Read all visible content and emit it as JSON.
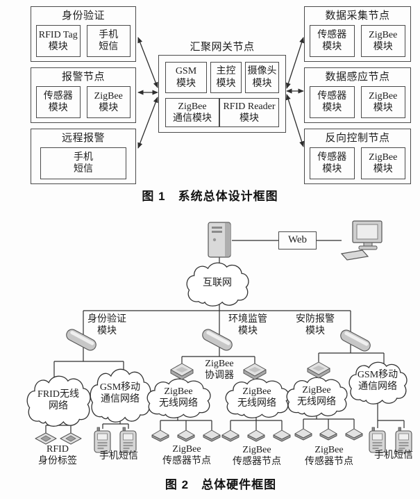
{
  "figure1": {
    "caption": "图 1　系统总体设计框图",
    "gateway": {
      "title": "汇聚网关节点",
      "modules": [
        "GSM\n模块",
        "主控\n模块",
        "摄像头\n模块",
        "ZigBee\n通信模块",
        "RFID Reader\n模块"
      ]
    },
    "left_nodes": [
      {
        "title": "身份验证",
        "modules": [
          "RFID Tag\n模块",
          "手机\n短信"
        ]
      },
      {
        "title": "报警节点",
        "modules": [
          "传感器\n模块",
          "ZigBee\n模块"
        ]
      },
      {
        "title": "远程报警",
        "modules": [
          "手机\n短信"
        ]
      }
    ],
    "right_nodes": [
      {
        "title": "数据采集节点",
        "modules": [
          "传感器\n模块",
          "ZigBee\n模块"
        ]
      },
      {
        "title": "数据感应节点",
        "modules": [
          "传感器\n模块",
          "ZigBee\n模块"
        ]
      },
      {
        "title": "反向控制节点",
        "modules": [
          "传感器\n模块",
          "ZigBee\n模块"
        ]
      }
    ]
  },
  "figure2": {
    "caption": "图 2　总体硬件框图",
    "web_box": "Web",
    "internet_cloud": "互联网",
    "branch_labels": [
      "身份验证\n模块",
      "环境监管\n模块",
      "安防报警\n模块"
    ],
    "coordinator_label": "ZigBee\n协调器",
    "clouds": {
      "frid": "FRID无线\n网络",
      "gsm_left": "GSM移动\n通信网络",
      "zigbee_net_1": "ZigBee\n无线网络",
      "zigbee_net_2": "ZigBee\n无线网络",
      "zigbee_net_3": "ZigBee\n无线网络",
      "gsm_right": "GSM移动\n通信网络"
    },
    "device_labels": {
      "rfid_tags": "RFID\n身份标签",
      "sms_left": "手机短信",
      "sensor_group_1": "ZigBee\n传感器节点",
      "sensor_group_2": "ZigBee\n传感器节点",
      "sensor_group_3": "ZigBee\n传感器节点",
      "sms_right": "手机短信"
    },
    "icons": [
      "server-icon",
      "desktop-computer-icon",
      "wireless-bridge-icon",
      "zigbee-coordinator-icon",
      "zigbee-sensor-icon",
      "rfid-tag-icon",
      "mobile-phone-icon"
    ],
    "line_color": "#2e2e2e"
  }
}
